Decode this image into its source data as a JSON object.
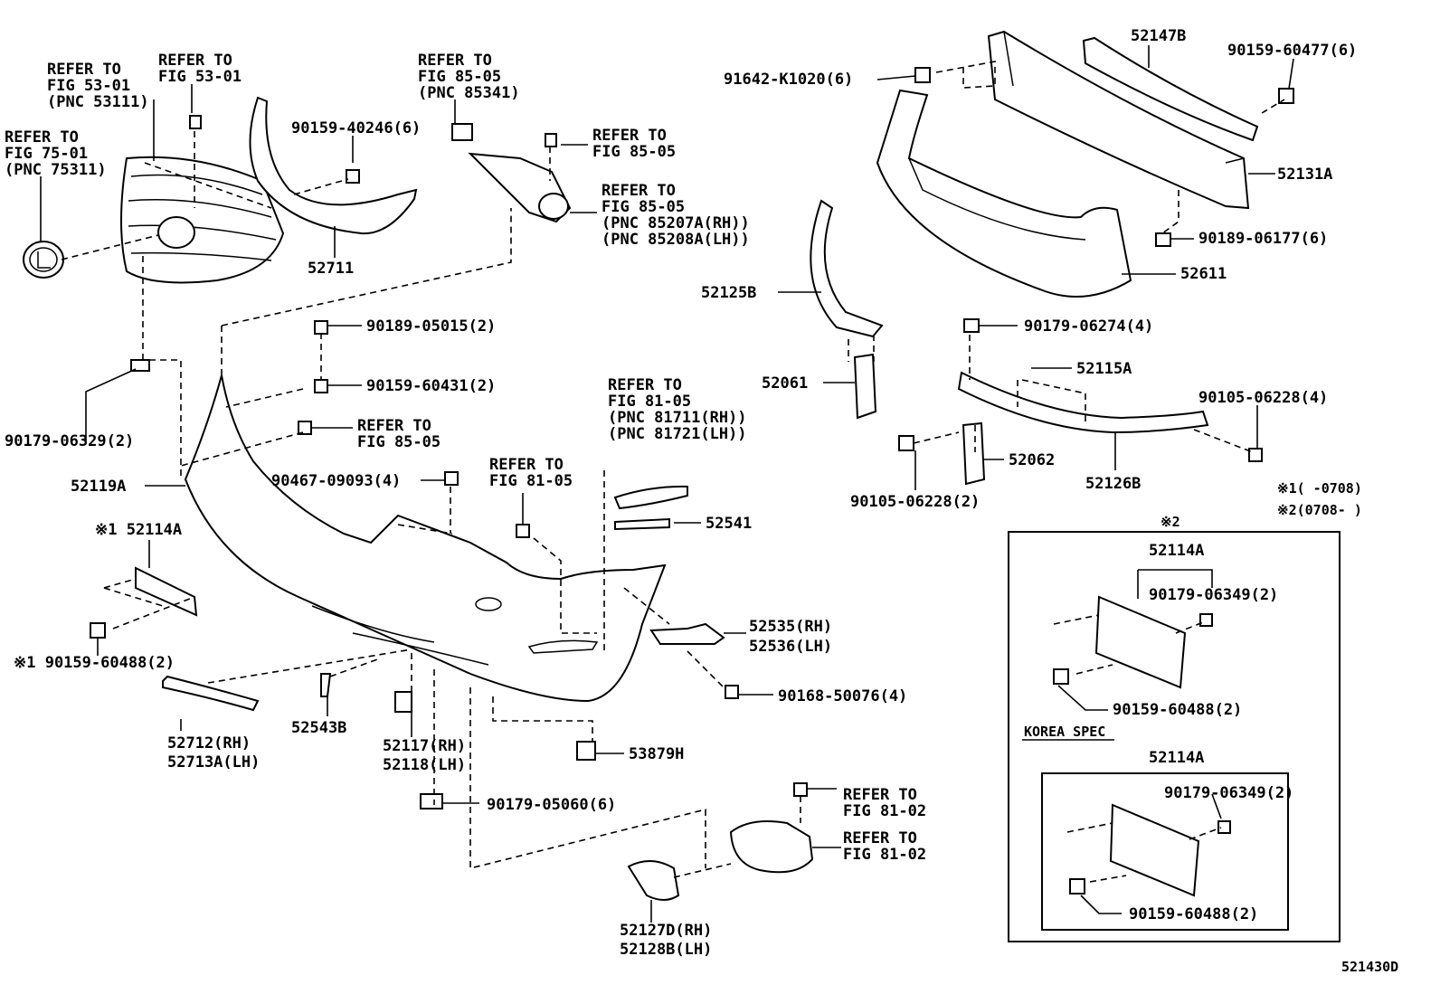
{
  "diagram_code": "521430D",
  "note_marks": {
    "mark1": "※1(      -0708)",
    "mark2": "※2(0708-      )",
    "box_mark": "※2"
  },
  "korea_spec": "KOREA SPEC",
  "callouts": {
    "ref_53_01_a": [
      "REFER TO",
      "FIG 53-01",
      "(PNC 53111)"
    ],
    "ref_53_01_b": [
      "REFER TO",
      "FIG 53-01"
    ],
    "ref_75_01": [
      "REFER TO",
      "FIG 75-01",
      "(PNC 75311)"
    ],
    "ref_85_05_a": [
      "REFER TO",
      "FIG 85-05",
      "(PNC 85341)"
    ],
    "ref_85_05_b": [
      "REFER TO",
      "FIG 85-05"
    ],
    "ref_85_05_c": [
      "REFER TO",
      "FIG 85-05",
      "(PNC 85207A(RH))",
      "(PNC 85208A(LH))"
    ],
    "ref_85_05_d": [
      "REFER TO",
      "FIG 85-05"
    ],
    "ref_81_05_a": [
      "REFER TO",
      "FIG 81-05",
      "(PNC 81711(RH))",
      "(PNC 81721(LH))"
    ],
    "ref_81_05_b": [
      "REFER TO",
      "FIG 81-05"
    ],
    "ref_81_02_a": [
      "REFER TO",
      "FIG 81-02"
    ],
    "ref_81_02_b": [
      "REFER TO",
      "FIG 81-02"
    ]
  },
  "parts": {
    "p90159_40246": "90159-40246(6)",
    "p52711": "52711",
    "p91642": "91642-K1020(6)",
    "p52147b": "52147B",
    "p90159_60477": "90159-60477(6)",
    "p52131a": "52131A",
    "p90189_06177": "90189-06177(6)",
    "p52611": "52611",
    "p52125b": "52125B",
    "p90189_05015": "90189-05015(2)",
    "p90159_60431": "90159-60431(2)",
    "p90179_06274": "90179-06274(4)",
    "p52115a": "52115A",
    "p52061": "52061",
    "p90105_06228_4": "90105-06228(4)",
    "p90179_06329": "90179-06329(2)",
    "p52062": "52062",
    "p52126b": "52126B",
    "p52119a": "52119A",
    "p90467": "90467-09093(4)",
    "p90105_06228_2": "90105-06228(2)",
    "p52114a_left": "※1 52114A",
    "p52541": "52541",
    "p52535": "52535(RH)",
    "p52536": "52536(LH)",
    "p90159_60488_left": "※1 90159-60488(2)",
    "p90168": "90168-50076(4)",
    "p52712": "52712(RH)",
    "p52713a": "52713A(LH)",
    "p52543b": "52543B",
    "p52117": "52117(RH)",
    "p52118": "52118(LH)",
    "p53879h": "53879H",
    "p90179_05060": "90179-05060(6)",
    "p52127d": "52127D(RH)",
    "p52128b": "52128B(LH)",
    "box_52114a_a": "52114A",
    "box_90179_a": "90179-06349(2)",
    "box_90159_a": "90159-60488(2)",
    "box_52114a_b": "52114A",
    "box_90179_b": "90179-06349(2)",
    "box_90159_b": "90159-60488(2)"
  }
}
